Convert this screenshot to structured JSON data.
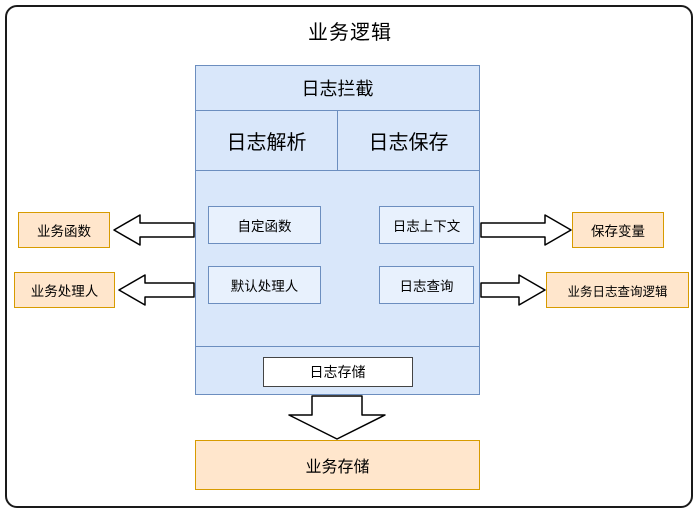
{
  "page": {
    "title": "业务逻辑"
  },
  "interceptor": {
    "title": "日志拦截",
    "col_parse": "日志解析",
    "col_save": "日志保存",
    "custom_function": "自定函数",
    "log_context": "日志上下文",
    "default_handler": "默认处理人",
    "log_query": "日志查询",
    "log_storage": "日志存储"
  },
  "external": {
    "business_function": "业务函数",
    "business_handler": "业务处理人",
    "save_variable": "保存变量",
    "business_log_query_logic": "业务日志查询逻辑",
    "business_storage": "业务存储"
  },
  "colors": {
    "container_fill": "#d9e7fa",
    "container_border": "#6c8ebf",
    "inner_fill": "#e8f1fd",
    "orange_fill": "#ffe6cc",
    "orange_border": "#d79b00",
    "arrow_fill": "#ffffff",
    "arrow_border": "#000000",
    "frame_border": "#1a1a1a"
  }
}
